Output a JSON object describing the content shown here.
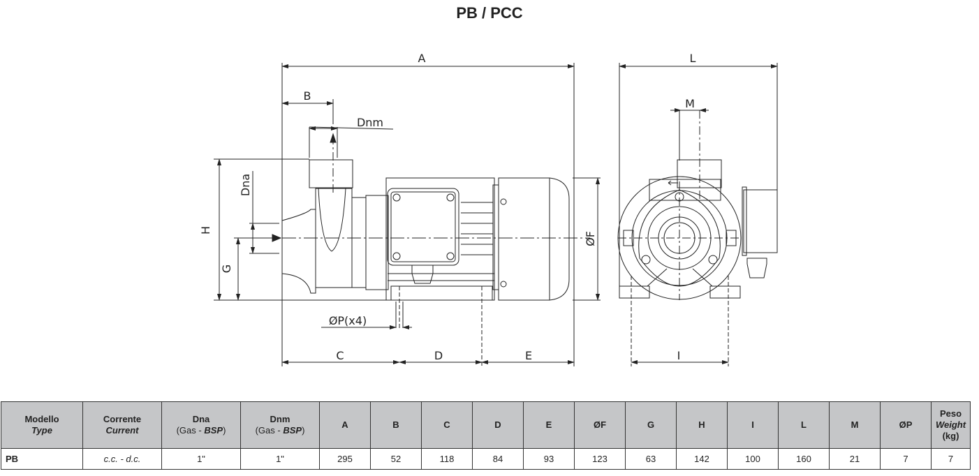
{
  "title": "PB / PCC",
  "drawing": {
    "side_view_labels": {
      "A": "A",
      "B": "B",
      "Dnm": "Dnm",
      "Dna": "Dna",
      "H": "H",
      "G": "G",
      "P": "ØP(x4)",
      "C": "C",
      "D": "D",
      "E": "E",
      "F": "ØF"
    },
    "front_view_labels": {
      "L": "L",
      "M": "M",
      "I": "I"
    }
  },
  "table": {
    "headers": [
      {
        "line1": "Modello",
        "line2": "Type"
      },
      {
        "line1": "Corrente",
        "line2": "Current"
      },
      {
        "line1": "Dna",
        "line2": "(Gas - ",
        "line2b": "BSP",
        "line2c": ")"
      },
      {
        "line1": "Dnm",
        "line2": "(Gas - ",
        "line2b": "BSP",
        "line2c": ")"
      },
      {
        "line1": "A"
      },
      {
        "line1": "B"
      },
      {
        "line1": "C"
      },
      {
        "line1": "D"
      },
      {
        "line1": "E"
      },
      {
        "line1": "ØF"
      },
      {
        "line1": "G"
      },
      {
        "line1": "H"
      },
      {
        "line1": "I"
      },
      {
        "line1": "L"
      },
      {
        "line1": "M"
      },
      {
        "line1": "ØP"
      },
      {
        "line1": "Peso",
        "line2": "Weight",
        "line3": "(kg)"
      }
    ],
    "rows": [
      {
        "model": "PB",
        "current": "c.c. - d.c.",
        "dna": "1\"",
        "dnm": "1\"",
        "A": "295",
        "B": "52",
        "C": "118",
        "D": "84",
        "E": "93",
        "F": "123",
        "G": "63",
        "H": "142",
        "I": "100",
        "L": "160",
        "M": "21",
        "P": "7",
        "weight": "7"
      }
    ]
  },
  "colors": {
    "header_bg": "#c5c6c8",
    "line": "#333333"
  }
}
